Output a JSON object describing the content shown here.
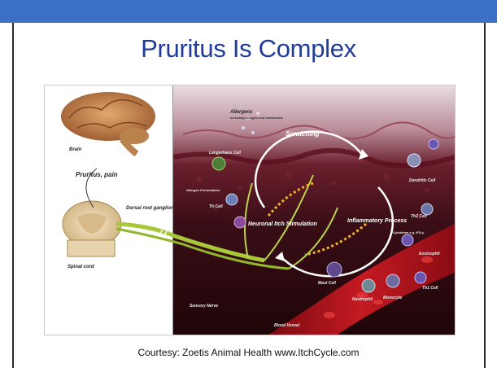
{
  "slide": {
    "title": "Pruritus Is Complex",
    "caption": "Courtesy: Zoetis Animal Health www.ItchCycle.com"
  },
  "colors": {
    "top_bar": "#3c70c4",
    "title": "#1f3c9a",
    "nerve": "#a8c83a",
    "cycle_arrow": "#ffffff",
    "skin": "#5a1420",
    "blood_vessel": "#b0121c"
  },
  "figure": {
    "labels": {
      "brain": "Brain",
      "pruritus_pain": "Pruritus, pain",
      "dorsal_root_ganglion": "Dorsal root ganglion",
      "spinal_cord": "Spinal cord",
      "allergens": "Allergens",
      "allergens_sub": "including sloughs and malassezia",
      "scratching": "Scratching",
      "langerhans_cell": "Langerhans Cell",
      "allergen_presentation": "Allergen Presentation",
      "th_cell": "Th Cell",
      "neuronal_itch_stimulation": "Neuronal Itch Stimulation",
      "inflammatory_process": "Inflammatory Process",
      "dendritic_cell": "Dendritic Cell",
      "th2_cell": "Th2 Cell",
      "cytokines": "Cytokines e.g. IFN-γ",
      "eosinophil": "Eosinophil",
      "mast_cell": "Mast Cell",
      "neutrophil": "Neutrophil",
      "monocyte": "Monocyte",
      "th1_cell": "Th1 Cell",
      "sensory_nerve": "Sensory Nerve",
      "blood_vessel": "Blood Vessel"
    }
  }
}
